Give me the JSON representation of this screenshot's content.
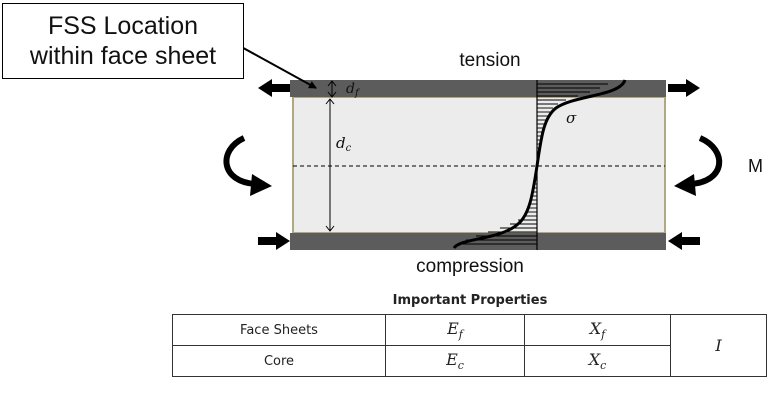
{
  "callout": {
    "line1": "FSS Location",
    "line2": "within face sheet"
  },
  "labels": {
    "tension": "tension",
    "compression": "compression",
    "d_f": "d",
    "d_f_sub": "f",
    "d_c": "d",
    "d_c_sub": "c",
    "sigma": "σ",
    "moment": "M"
  },
  "table": {
    "title": "Important Properties",
    "rows": [
      {
        "name": "Face Sheets",
        "modulus": "E",
        "modulus_sub": "f",
        "strength": "X",
        "strength_sub": "f"
      },
      {
        "name": "Core",
        "modulus": "E",
        "modulus_sub": "c",
        "strength": "X",
        "strength_sub": "c"
      }
    ],
    "shared": "I"
  },
  "colors": {
    "face_sheet": "#5c5c5c",
    "core_fill": "#ececec",
    "core_border": "#b0a880",
    "arrow": "#000000"
  }
}
